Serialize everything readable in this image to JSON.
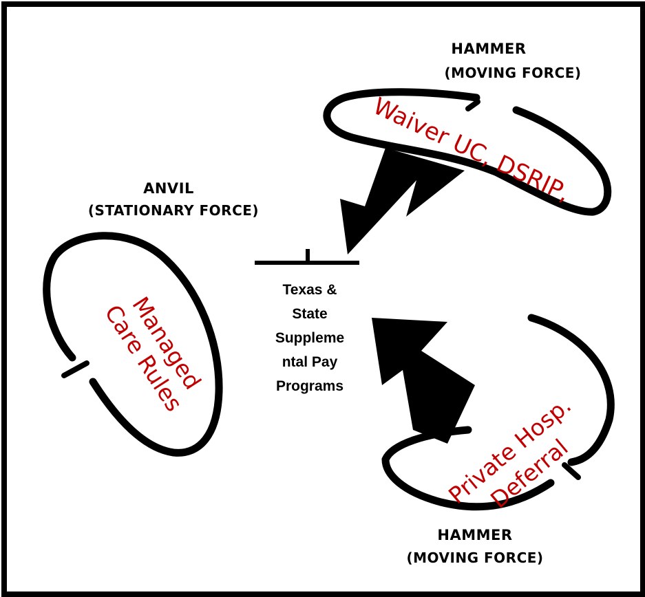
{
  "hammer_top": {
    "title": "HAMMER",
    "subtitle": "(MOVING FORCE)",
    "overlay": "Waiver UC, DSRIP,"
  },
  "anvil": {
    "title": "ANVIL",
    "subtitle": "(STATIONARY FORCE)",
    "overlay_line1": "Managed",
    "overlay_line2": "Care Rules"
  },
  "hammer_bottom": {
    "title": "HAMMER",
    "subtitle": "(MOVING FORCE)",
    "overlay_line1": "Private Hosp.",
    "overlay_line2": "Deferral"
  },
  "center": {
    "line1": "Texas &",
    "line2": "State",
    "line3": "Suppleme",
    "line4": "ntal Pay",
    "line5": "Programs"
  },
  "colors": {
    "overlay_text": "#c00000",
    "ink": "#000000"
  }
}
